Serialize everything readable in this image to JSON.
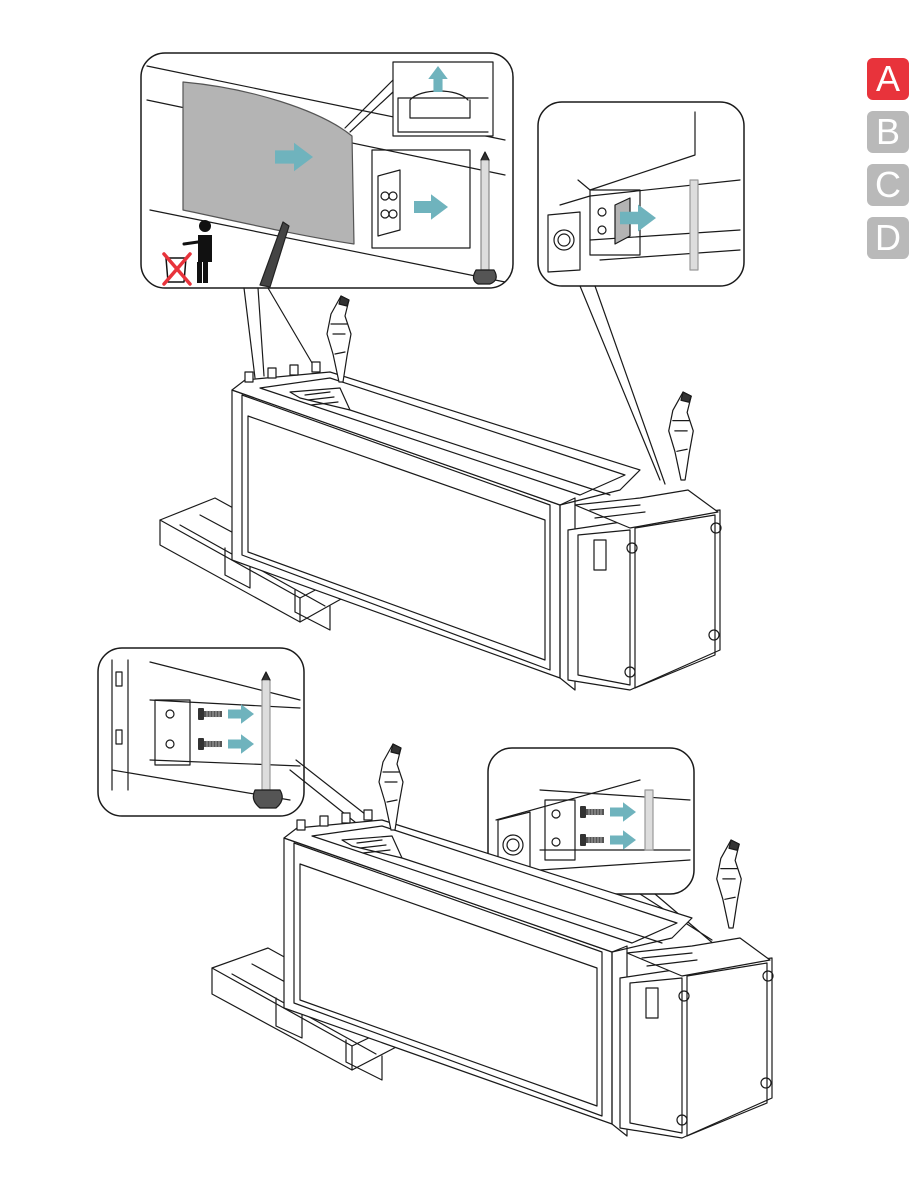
{
  "step_tabs": [
    {
      "label": "A",
      "active": true
    },
    {
      "label": "B",
      "active": false
    },
    {
      "label": "C",
      "active": false
    },
    {
      "label": "D",
      "active": false
    }
  ],
  "colors": {
    "active_tab": "#e8333b",
    "inactive_tab": "#b9b9b9",
    "arrow": "#6fb3bd",
    "line": "#1a1a1a",
    "panel_fill": "#b4b4b4",
    "prohibition": "#e8333b"
  },
  "icons": {
    "arrow": "teal-right-arrow",
    "up_arrow": "teal-up-arrow",
    "disposal": "person-at-bin-icon"
  }
}
